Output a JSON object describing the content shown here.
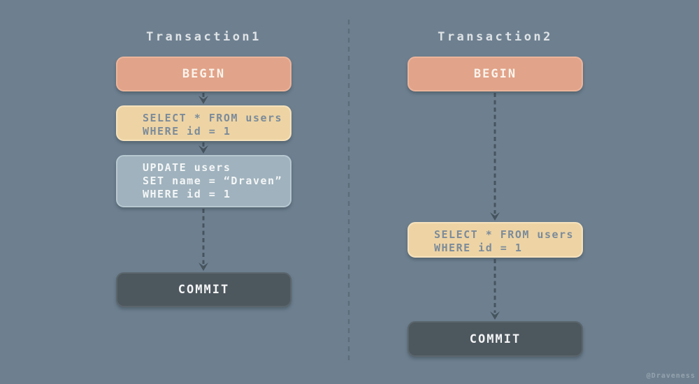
{
  "colors": {
    "background": "#6e8090",
    "begin_fill": "#e1a389",
    "select_fill": "#eed4a4",
    "update_fill": "#9fb2bd",
    "commit_fill": "#4d575e",
    "arrow": "#46545e",
    "divider": "#5d6c78",
    "title_text": "#dfe3e6",
    "sql_text": "#7b8b9b",
    "watermark_text": "#96a3ad"
  },
  "transactions": [
    {
      "title": "Transaction1",
      "steps": [
        {
          "type": "begin",
          "lines": [
            "BEGIN"
          ]
        },
        {
          "type": "select",
          "lines": [
            "SELECT * FROM users",
            "WHERE id = 1"
          ]
        },
        {
          "type": "update",
          "lines": [
            "UPDATE users",
            "SET name = “Draven”",
            "WHERE id = 1"
          ]
        },
        {
          "type": "commit",
          "lines": [
            "COMMIT"
          ]
        }
      ]
    },
    {
      "title": "Transaction2",
      "steps": [
        {
          "type": "begin",
          "lines": [
            "BEGIN"
          ]
        },
        {
          "type": "select",
          "lines": [
            "SELECT * FROM users",
            "WHERE id = 1"
          ]
        },
        {
          "type": "commit",
          "lines": [
            "COMMIT"
          ]
        }
      ]
    }
  ],
  "watermark": "@Draveness"
}
